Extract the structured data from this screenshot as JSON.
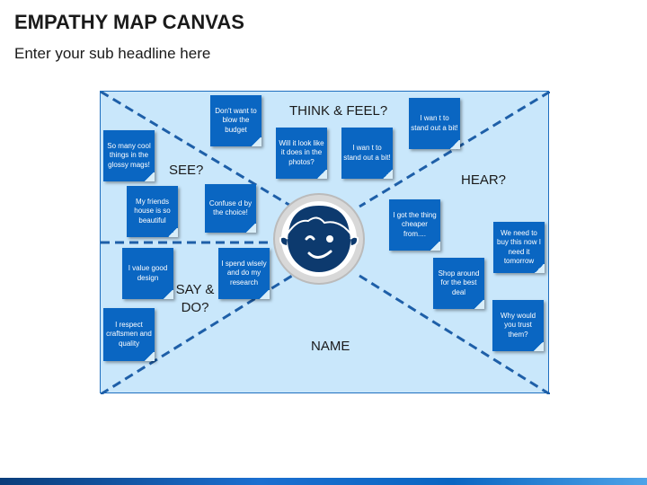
{
  "header": {
    "title": "EMPATHY MAP CANVAS",
    "subtitle": "Enter your sub headline here"
  },
  "quadrants": {
    "think_feel": "THINK & FEEL?",
    "see": "SEE?",
    "hear": "HEAR?",
    "say_do": "SAY & DO?",
    "name": "NAME"
  },
  "notes": {
    "n1": "So many cool things in the glossy mags!",
    "n2": "My friends house is so beautiful",
    "n3": "Confuse d by the choice!",
    "n4": "Don't want to blow the budget",
    "n5": "Will it look like it does in the photos?",
    "n6": "I wan t to stand out a bit!",
    "n7": "I wan t to stand out a bit!",
    "n8": "I got the thing cheaper from....",
    "n9": "We need to buy this now I need it tomorrow",
    "n10": "Shop around for the best deal",
    "n11": "Why would you trust them?",
    "n12": "I value good design",
    "n13": "I spend wisely and do my research",
    "n14": "I respect craftsmen and quality"
  },
  "colors": {
    "note": "#0a66c2",
    "canvas": "#c9e7fb",
    "face": "#0d3a6e"
  }
}
